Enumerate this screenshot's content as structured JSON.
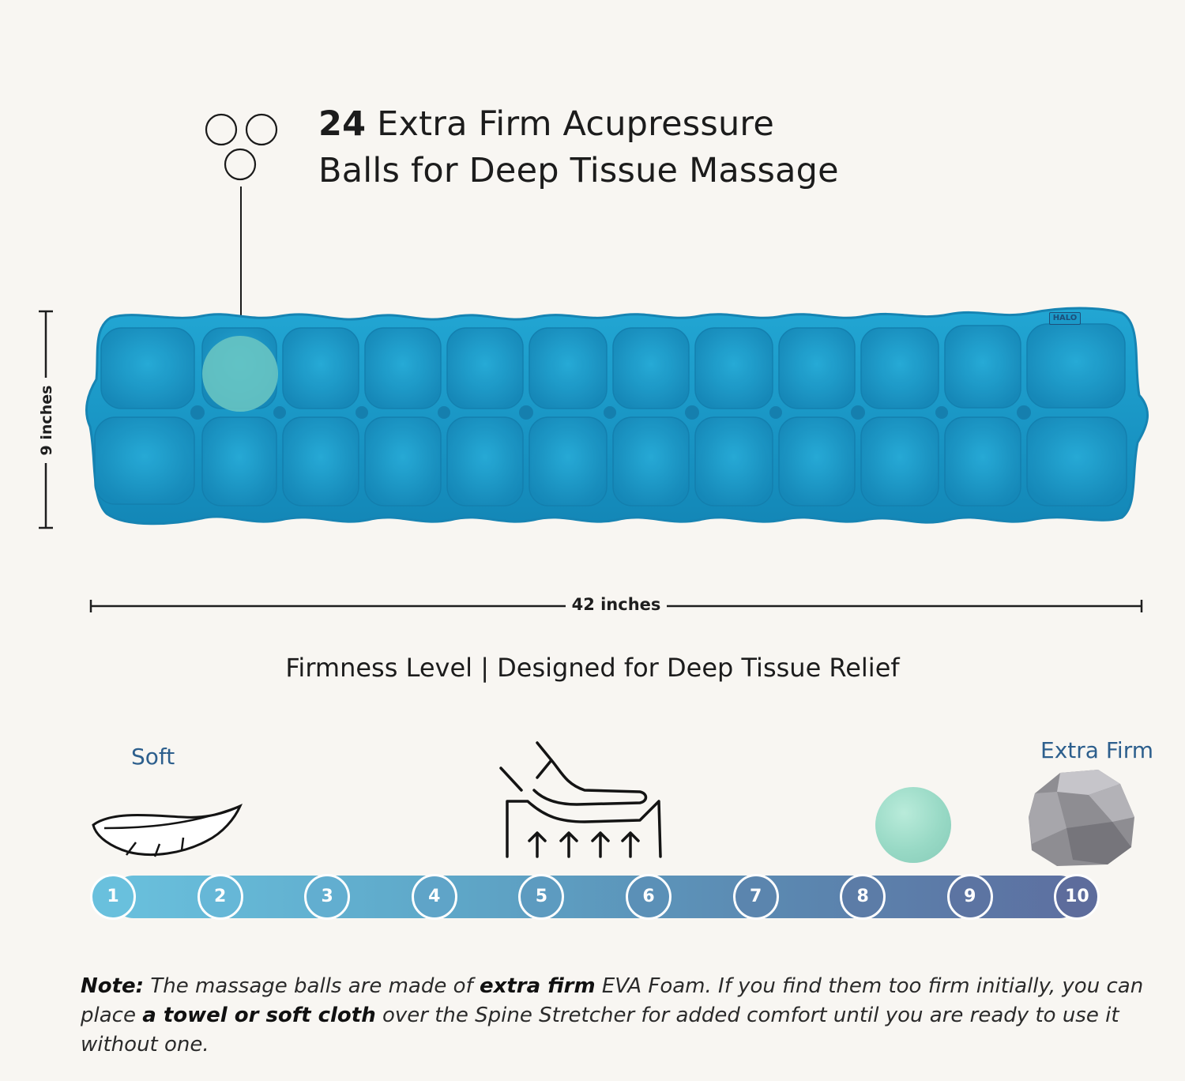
{
  "headline": {
    "count": "24",
    "line1_rest": " Extra Firm Acupressure",
    "line2": "Balls for Deep Tissue Massage"
  },
  "product": {
    "brand_tag": "HALO",
    "mat_color": "#1b9ac9",
    "highlight_ball_color": "#6cc7c2"
  },
  "dimensions": {
    "height_label": "9 inches",
    "width_label": "42 inches"
  },
  "firmness": {
    "title": "Firmness Level | Designed for Deep Tissue Relief",
    "label_min": "Soft",
    "label_max": "Extra Firm",
    "scale": [
      "1",
      "2",
      "3",
      "4",
      "5",
      "6",
      "7",
      "8",
      "9",
      "10"
    ],
    "dot_colors": [
      "#69c0dd",
      "#66b7d7",
      "#62aed0",
      "#5fa4c8",
      "#5d9bc0",
      "#5b90b7",
      "#5b85ae",
      "#5c7ca7",
      "#5c74a2",
      "#5d6c9c"
    ],
    "icons": [
      "feather-icon",
      "foot-pressure-icon",
      "foam-ball-icon",
      "rock-icon"
    ]
  },
  "note": {
    "label": "Note:",
    "t1": " The massage balls are made of ",
    "b1": "extra firm",
    "t2": " EVA Foam. If you find them too firm initially, you can place ",
    "b2": "a towel or soft cloth",
    "t3": " over the Spine Stretcher for added comfort until you are ready to use it without one."
  },
  "colors": {
    "background": "#f8f6f2",
    "accent_text": "#2d5f8d"
  }
}
